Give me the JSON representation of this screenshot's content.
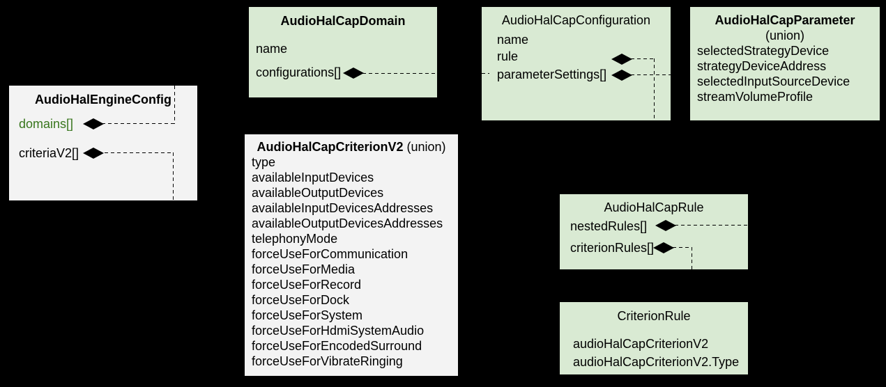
{
  "colors": {
    "background": "#000000",
    "green_box": "#d9ead3",
    "gray_box": "#f3f3f3",
    "green_field_text": "#38761d",
    "text": "#000000",
    "connector": "#000000"
  },
  "boxes": {
    "engine": {
      "title": "AudioHalEngineConfig",
      "fields": {
        "domains": "domains[]",
        "criteriaV2": "criteriaV2[]"
      }
    },
    "domain": {
      "title": "AudioHalCapDomain",
      "fields": {
        "name": "name",
        "configurations": "configurations[]"
      }
    },
    "configuration": {
      "title": "AudioHalCapConfiguration",
      "fields": {
        "name": "name",
        "rule": "rule",
        "parameterSettings": "parameterSettings[]"
      }
    },
    "parameter": {
      "title": "AudioHalCapParameter",
      "subtitle": "(union)",
      "fields": [
        "selectedStrategyDevice",
        "strategyDeviceAddress",
        "selectedInputSourceDevice",
        "streamVolumeProfile"
      ]
    },
    "criterionV2": {
      "title": "AudioHalCapCriterionV2",
      "subtitle": " (union)",
      "fields": [
        "type",
        "availableInputDevices",
        "availableOutputDevices",
        "availableInputDevicesAddresses",
        "availableOutputDevicesAddresses",
        "telephonyMode",
        "forceUseForCommunication",
        "forceUseForMedia",
        "forceUseForRecord",
        "forceUseForDock",
        "forceUseForSystem",
        "forceUseForHdmiSystemAudio",
        "forceUseForEncodedSurround",
        "forceUseForVibrateRinging"
      ]
    },
    "rule": {
      "title": "AudioHalCapRule",
      "fields": {
        "nestedRules": "nestedRules[]",
        "criterionRules": "criterionRules[]"
      }
    },
    "criterionRule": {
      "title": "CriterionRule",
      "fields": [
        "audioHalCapCriterionV2",
        "audioHalCapCriterionV2.Type"
      ]
    }
  }
}
